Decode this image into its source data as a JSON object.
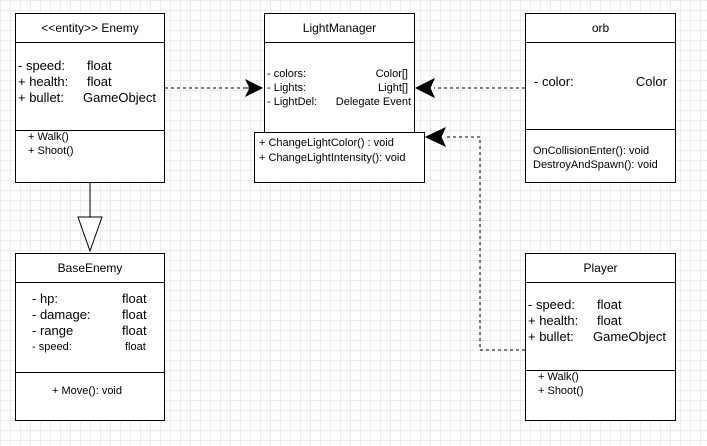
{
  "enemy": {
    "title": "<<entity>> Enemy",
    "fields": [
      {
        "name": "- speed:",
        "type": "float"
      },
      {
        "name": "+ health:",
        "type": "float"
      },
      {
        "name": "+ bullet:",
        "type": "GameObject"
      }
    ],
    "methods": [
      "+ Walk()",
      "+ Shoot()"
    ]
  },
  "light_manager": {
    "title": "LightManager",
    "fields": [
      {
        "name": "- colors:",
        "type": "Color[]"
      },
      {
        "name": "- Lights:",
        "type": "Light[]"
      },
      {
        "name": "- LightDel:",
        "type": "Delegate Event"
      }
    ],
    "methods": [
      "+ ChangeLightColor() : void",
      "+ ChangeLightIntensity(): void"
    ]
  },
  "orb": {
    "title": "orb",
    "fields": [
      {
        "name": "- color:",
        "type": "Color"
      }
    ],
    "methods": [
      "OnCollisionEnter(): void",
      "DestroyAndSpawn(): void"
    ]
  },
  "base_enemy": {
    "title": "BaseEnemy",
    "fields": [
      {
        "name": "-  hp:",
        "type": "float"
      },
      {
        "name": "-  damage:",
        "type": "float"
      },
      {
        "name": "-  range",
        "type": "float"
      },
      {
        "name": "-  speed:",
        "type": "float"
      }
    ],
    "methods": [
      "+ Move(): void"
    ]
  },
  "player": {
    "title": "Player",
    "fields": [
      {
        "name": "- speed:",
        "type": "float"
      },
      {
        "name": "+ health:",
        "type": "float"
      },
      {
        "name": "+ bullet:",
        "type": "GameObject"
      }
    ],
    "methods": [
      "+ Walk()",
      "+ Shoot()"
    ]
  },
  "colors": {
    "line": "#000000",
    "grid": "#ececec",
    "background": "#ffffff"
  }
}
